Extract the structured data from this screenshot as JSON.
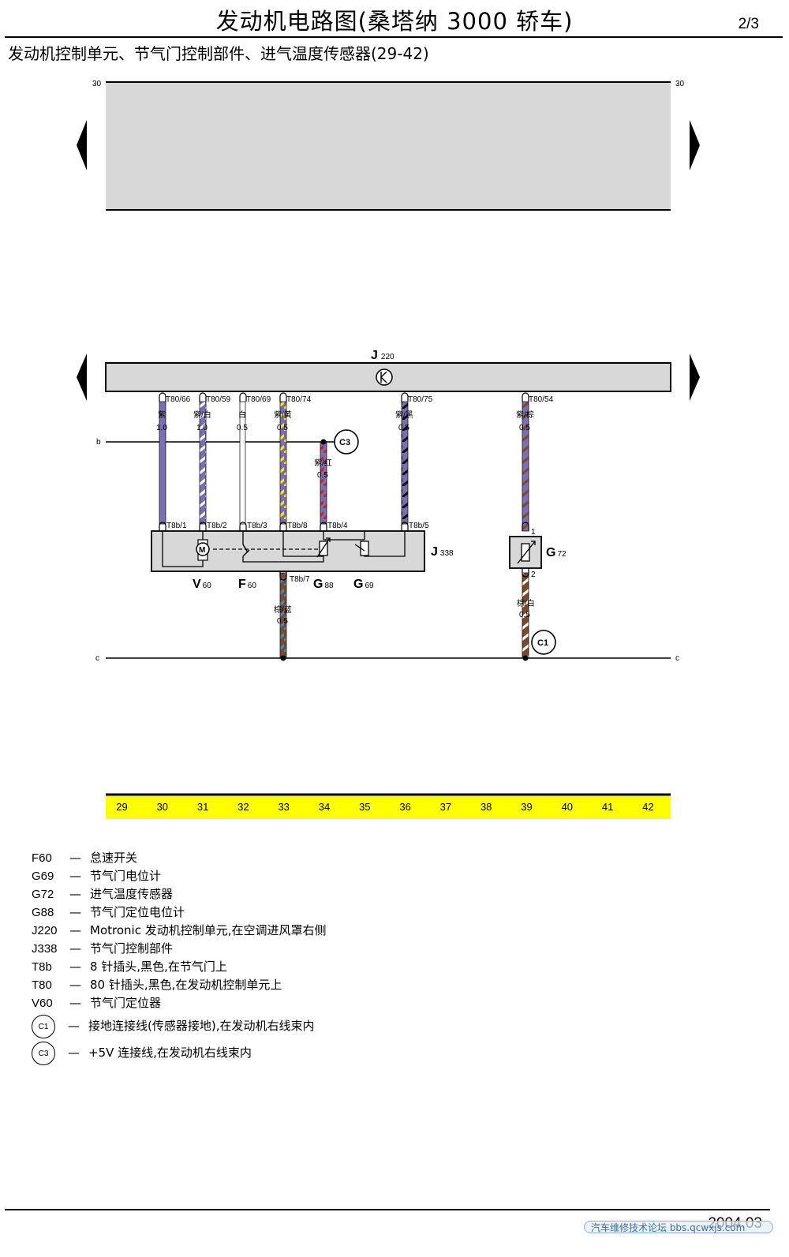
{
  "header": {
    "title": "发动机电路图(桑塔纳 3000 轿车)",
    "page": "2/3",
    "subtitle": "发动机控制单元、节气门控制部件、进气温度传感器(29-42)"
  },
  "colors": {
    "panel_gray": "#d8d8d8",
    "yellow_strip": "#ffff00",
    "violet": "#7b6fb3",
    "white": "#ffffff",
    "yellow": "#ffe800",
    "black": "#111111",
    "red": "#cc2020",
    "brown": "#7a4a2a",
    "blue": "#2f8fd8"
  },
  "rails": {
    "thirty_left": "30",
    "thirty_right": "30",
    "b_label": "b",
    "c_left": "c",
    "c_right": "c"
  },
  "ecu": {
    "name": "J",
    "sub": "220",
    "pins": [
      {
        "id": "T80/66",
        "color": "紫",
        "size": "1.0"
      },
      {
        "id": "T80/59",
        "color": "紫/白",
        "size": "1.0"
      },
      {
        "id": "T80/69",
        "color": "白",
        "size": "0.5"
      },
      {
        "id": "T80/74",
        "color": "紫/黄",
        "size": "0.5"
      },
      {
        "id": "T80/75",
        "color": "紫/黑",
        "size": "0.5"
      },
      {
        "id": "T80/54",
        "color": "紫/棕",
        "size": "0.5"
      }
    ]
  },
  "c3_wire": {
    "color": "紫/红",
    "size": "0.5"
  },
  "connector_c3": "C3",
  "connector_c1": "C1",
  "throttle": {
    "name": "J",
    "sub": "338",
    "pins": [
      "T8b/1",
      "T8b/2",
      "T8b/3",
      "T8b/8",
      "T8b/4",
      "T8b/5"
    ],
    "ground_pin": "T8b/7",
    "ground_wire": {
      "color": "棕/蓝",
      "size": "0.5"
    },
    "motor_symbol": "M",
    "components": [
      {
        "name": "V",
        "sub": "60"
      },
      {
        "name": "F",
        "sub": "60"
      },
      {
        "name": "G",
        "sub": "88"
      },
      {
        "name": "G",
        "sub": "69"
      }
    ]
  },
  "sensor": {
    "name": "G",
    "sub": "72",
    "pin_top": "1",
    "pin_bottom": "2",
    "ground_wire": {
      "color": "棕/白",
      "size": "0.5"
    }
  },
  "column_numbers": [
    "29",
    "30",
    "31",
    "32",
    "33",
    "34",
    "35",
    "36",
    "37",
    "38",
    "39",
    "40",
    "41",
    "42"
  ],
  "legend": [
    {
      "code": "F60",
      "text": "怠速开关"
    },
    {
      "code": "G69",
      "text": "节气门电位计"
    },
    {
      "code": "G72",
      "text": "进气温度传感器"
    },
    {
      "code": "G88",
      "text": "节气门定位电位计"
    },
    {
      "code": "J220",
      "text": "Motronic 发动机控制单元,在空调进风罩右侧"
    },
    {
      "code": "J338",
      "text": "节气门控制部件"
    },
    {
      "code": "T8b",
      "text": "8 针插头,黑色,在节气门上"
    },
    {
      "code": "T80",
      "text": "80 针插头,黑色,在发动机控制单元上"
    },
    {
      "code": "V60",
      "text": "节气门定位器"
    }
  ],
  "legend_circles": [
    {
      "code": "C1",
      "text": "接地连接线(传感器接地),在发动机右线束内"
    },
    {
      "code": "C3",
      "text": "+5V 连接线,在发动机右线束内"
    }
  ],
  "legend_dash": "—",
  "footer": {
    "date": "2004.03",
    "watermark": "汽车维修技术论坛 bbs.qcwxjs.com"
  }
}
